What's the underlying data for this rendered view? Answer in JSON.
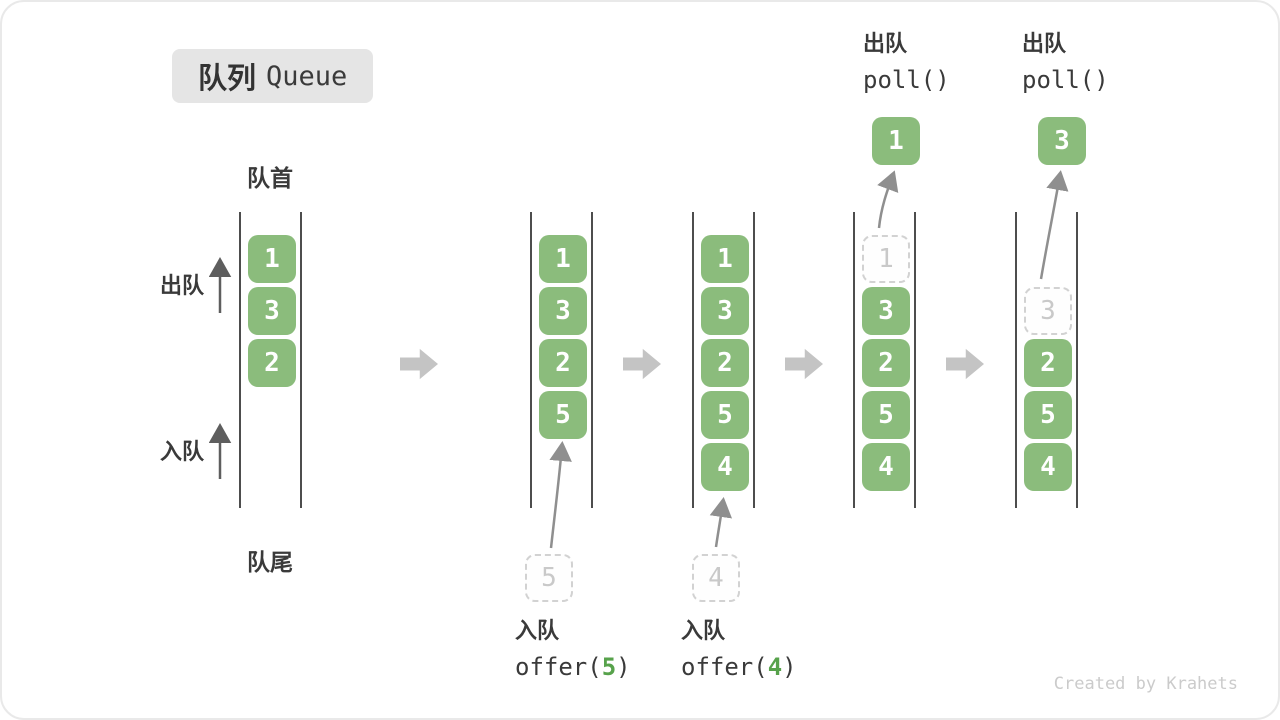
{
  "title": {
    "zh": "队列",
    "en": "Queue"
  },
  "side_labels": {
    "front": "队首",
    "rear": "队尾",
    "dequeue": "出队",
    "enqueue": "入队"
  },
  "colors": {
    "box_green": "#8bbc7c",
    "code_arg_green": "#57a24b",
    "block_arrow_grey": "#c4c4c4",
    "dashed_grey": "#d2d2d2"
  },
  "stages": [
    {
      "cells": [
        {
          "row": 0,
          "value": "1",
          "style": "solid"
        },
        {
          "row": 1,
          "value": "3",
          "style": "solid"
        },
        {
          "row": 2,
          "value": "2",
          "style": "solid"
        }
      ]
    },
    {
      "cells": [
        {
          "row": 0,
          "value": "1",
          "style": "solid"
        },
        {
          "row": 1,
          "value": "3",
          "style": "solid"
        },
        {
          "row": 2,
          "value": "2",
          "style": "solid"
        },
        {
          "row": 3,
          "value": "5",
          "style": "solid"
        }
      ],
      "external": {
        "type": "dashed-below",
        "value": "5"
      },
      "op": {
        "zh": "入队",
        "code_pre": "offer(",
        "arg": "5",
        "code_post": ")"
      }
    },
    {
      "cells": [
        {
          "row": 0,
          "value": "1",
          "style": "solid"
        },
        {
          "row": 1,
          "value": "3",
          "style": "solid"
        },
        {
          "row": 2,
          "value": "2",
          "style": "solid"
        },
        {
          "row": 3,
          "value": "5",
          "style": "solid"
        },
        {
          "row": 4,
          "value": "4",
          "style": "solid"
        }
      ],
      "external": {
        "type": "dashed-below",
        "value": "4"
      },
      "op": {
        "zh": "入队",
        "code_pre": "offer(",
        "arg": "4",
        "code_post": ")"
      }
    },
    {
      "cells": [
        {
          "row": 0,
          "value": "1",
          "style": "dashed"
        },
        {
          "row": 1,
          "value": "3",
          "style": "solid"
        },
        {
          "row": 2,
          "value": "2",
          "style": "solid"
        },
        {
          "row": 3,
          "value": "5",
          "style": "solid"
        },
        {
          "row": 4,
          "value": "4",
          "style": "solid"
        }
      ],
      "external": {
        "type": "solid-above",
        "value": "1"
      },
      "op": {
        "zh": "出队",
        "code": "poll()"
      }
    },
    {
      "cells": [
        {
          "row": 1,
          "value": "3",
          "style": "dashed"
        },
        {
          "row": 2,
          "value": "2",
          "style": "solid"
        },
        {
          "row": 3,
          "value": "5",
          "style": "solid"
        },
        {
          "row": 4,
          "value": "4",
          "style": "solid"
        }
      ],
      "external": {
        "type": "solid-above",
        "value": "3"
      },
      "op": {
        "zh": "出队",
        "code": "poll()"
      }
    }
  ],
  "watermark": "Created by Krahets"
}
